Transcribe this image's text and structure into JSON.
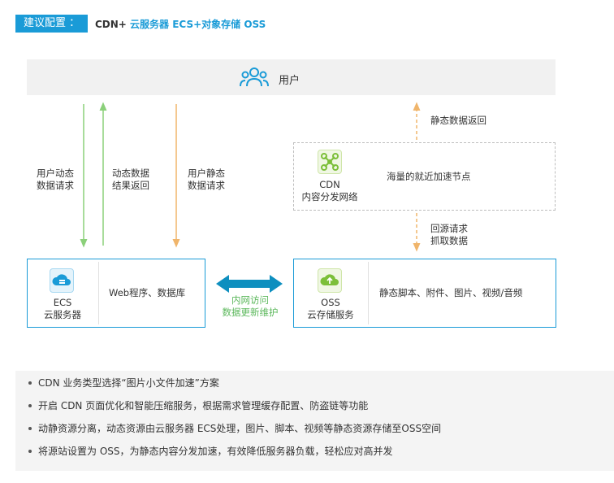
{
  "header": {
    "tag_label": "建议配置 ：",
    "title_cdn": "CDN+",
    "title_rest": " 云服务器 ECS+对象存储 OSS"
  },
  "colors": {
    "accent": "#1a9bd7",
    "green_arrow": "#8bd07a",
    "orange_arrow": "#f0b56b",
    "dark_arrow": "#0e8fbf"
  },
  "diagram": {
    "user": {
      "icon": "users-icon",
      "label": "用户"
    },
    "flows": {
      "dynamic_request": [
        "用户动态",
        "数据请求"
      ],
      "dynamic_return": [
        "动态数据",
        "结果返回"
      ],
      "static_request": [
        "用户静态",
        "数据请求"
      ],
      "static_return": "静态数据返回",
      "origin_fetch": [
        "回源请求",
        "抓取数据"
      ],
      "intranet": [
        "内网访问",
        "数据更新维护"
      ]
    },
    "cdn": {
      "icon": "network-nodes-icon",
      "name": [
        "CDN",
        "内容分发网络"
      ],
      "desc": "海量的就近加速节点"
    },
    "ecs": {
      "icon": "cloud-server-icon",
      "name": [
        "ECS",
        "云服务器"
      ],
      "desc": "Web程序、数据库"
    },
    "oss": {
      "icon": "cloud-storage-icon",
      "name": [
        "OSS",
        "云存储服务"
      ],
      "desc": "静态脚本、附件、图片、视频/音频"
    }
  },
  "notes": [
    "CDN 业务类型选择“图片小文件加速”方案",
    "开启 CDN 页面优化和智能压缩服务，根据需求管理缓存配置、防盗链等功能",
    "动静资源分离，动态资源由云服务器 ECS处理，图片、脚本、视频等静态资源存储至OSS空间",
    "将源站设置为 OSS，为静态内容分发加速，有效降低服务器负载，轻松应对高并发"
  ]
}
